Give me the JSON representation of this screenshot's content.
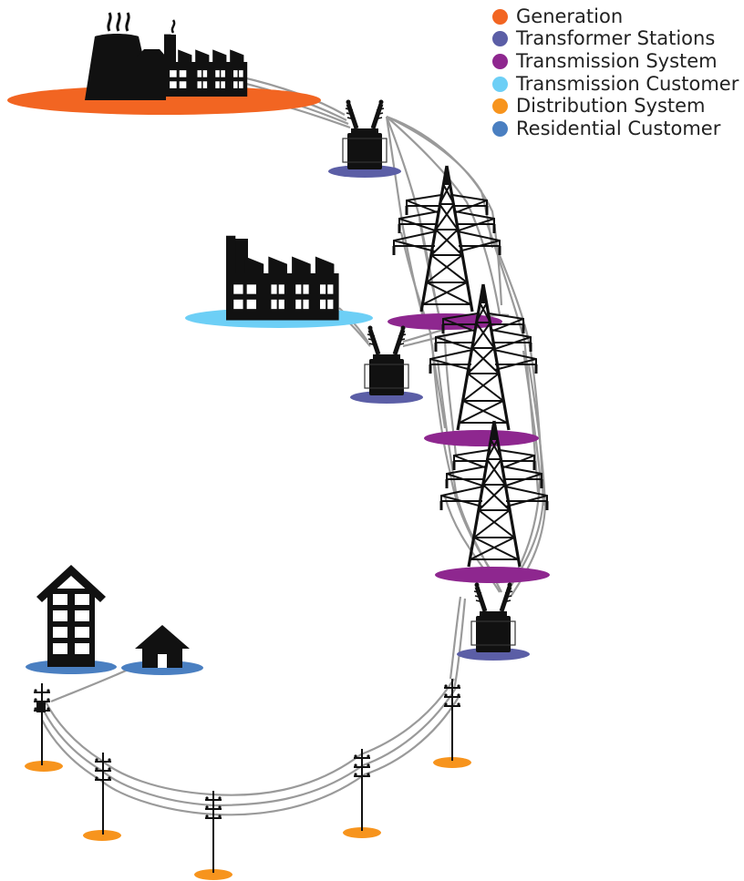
{
  "legend": [
    {
      "label": "Generation",
      "color": "#f26522",
      "icon": "generation-dot"
    },
    {
      "label": "Transformer Stations",
      "color": "#5b5ea6",
      "icon": "transformer-station-dot"
    },
    {
      "label": "Transmission System",
      "color": "#8e278f",
      "icon": "transmission-system-dot"
    },
    {
      "label": "Transmission Customer",
      "color": "#6dcff6",
      "icon": "transmission-customer-dot"
    },
    {
      "label": "Distribution System",
      "color": "#f7941d",
      "icon": "distribution-system-dot"
    },
    {
      "label": "Residential Customer",
      "color": "#4a7fc1",
      "icon": "residential-customer-dot"
    }
  ],
  "colors": {
    "generation": "#f26522",
    "transformer": "#5b5ea6",
    "transmission": "#8e278f",
    "transmission_customer": "#6dcff6",
    "distribution": "#f7941d",
    "residential": "#4a7fc1",
    "wire": "#9a9a9a",
    "icon": "#111111"
  }
}
